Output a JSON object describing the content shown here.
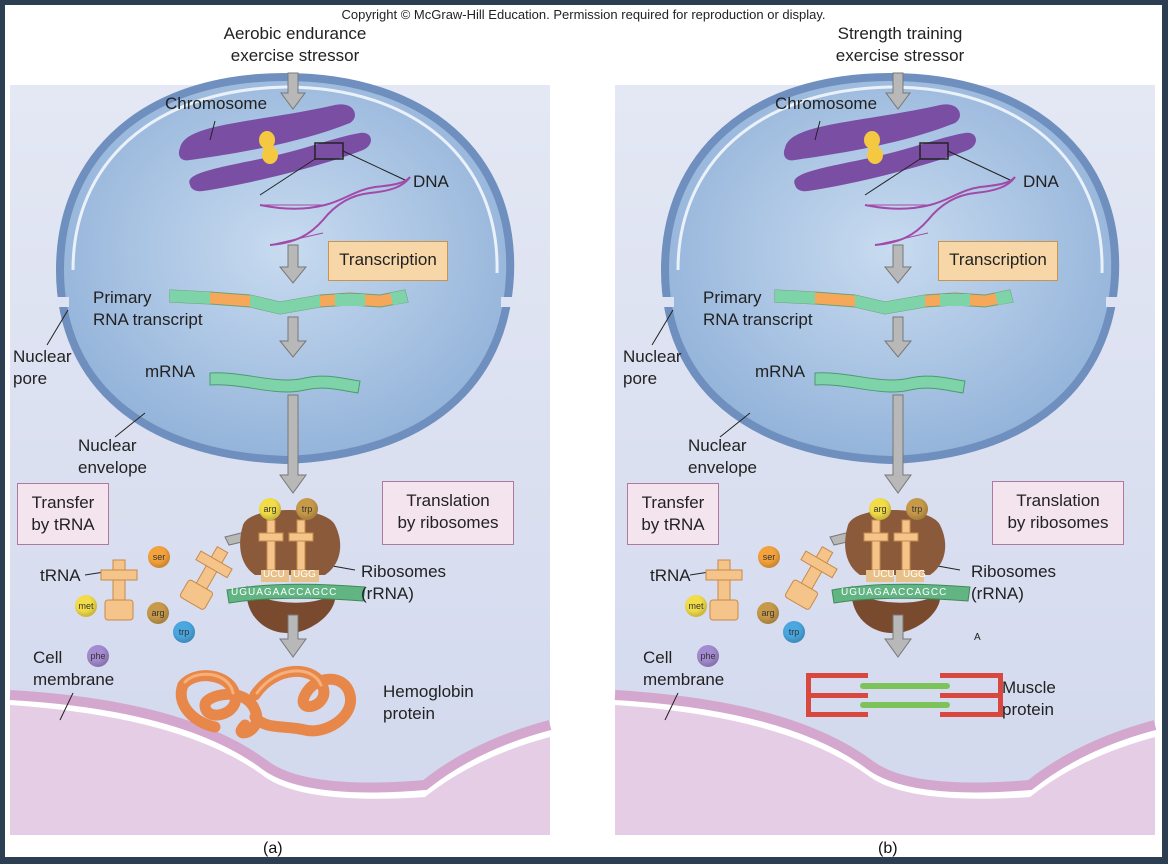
{
  "copyright": "Copyright © McGraw-Hill Education. Permission required for reproduction or display.",
  "colors": {
    "background_frame": "#2b3e52",
    "cell": "#d9e0f0",
    "nucleus": "#a9c4e4",
    "chromosome": "#7a4fa3",
    "rna_orange": "#f6a85a",
    "rna_green": "#7fd3a8",
    "ribosome": "#8a5a3a",
    "hemoglobin": "#e8874a",
    "muscle_red": "#d9483f",
    "muscle_green": "#7cc45a"
  },
  "panels": [
    {
      "caption": "(a)",
      "stressor": "Aerobic endurance\nexercise stressor",
      "chromosome_label": "Chromosome",
      "dna_label": "DNA",
      "transcription_label": "Transcription",
      "primary_rna_label": "Primary\nRNA transcript",
      "mrna_label": "mRNA",
      "nuclear_pore_label": "Nuclear\npore",
      "nuclear_envelope_label": "Nuclear\nenvelope",
      "transfer_label": "Transfer\nby tRNA",
      "translation_label": "Translation\nby ribosomes",
      "trna_label": "tRNA",
      "ribosomes_label": "Ribosomes\n(rRNA)",
      "cell_membrane_label": "Cell\nmembrane",
      "codons": {
        "left": "UCU",
        "right": "UGG",
        "strand": "UGUAGAACCAGCC"
      },
      "amino_acids": {
        "ser": "ser",
        "met": "met",
        "arg": "arg",
        "trp": "trp",
        "phe": "phe",
        "arg_top": "arg",
        "trp_top": "trp"
      },
      "protein_label": "Hemoglobin\nprotein",
      "protein_type": "hemoglobin",
      "extra_mark": ""
    },
    {
      "caption": "(b)",
      "stressor": "Strength training\nexercise stressor",
      "chromosome_label": "Chromosome",
      "dna_label": "DNA",
      "transcription_label": "Transcription",
      "primary_rna_label": "Primary\nRNA transcript",
      "mrna_label": "mRNA",
      "nuclear_pore_label": "Nuclear\npore",
      "nuclear_envelope_label": "Nuclear\nenvelope",
      "transfer_label": "Transfer\nby tRNA",
      "translation_label": "Translation\nby ribosomes",
      "trna_label": "tRNA",
      "ribosomes_label": "Ribosomes\n(rRNA)",
      "cell_membrane_label": "Cell\nmembrane",
      "codons": {
        "left": "UCU",
        "right": "UGG",
        "strand": "UGUAGAACCAGCC"
      },
      "amino_acids": {
        "ser": "ser",
        "met": "met",
        "arg": "arg",
        "trp": "trp",
        "phe": "phe",
        "arg_top": "arg",
        "trp_top": "trp"
      },
      "protein_label": "Muscle\nprotein",
      "protein_type": "muscle",
      "extra_mark": "A"
    }
  ]
}
